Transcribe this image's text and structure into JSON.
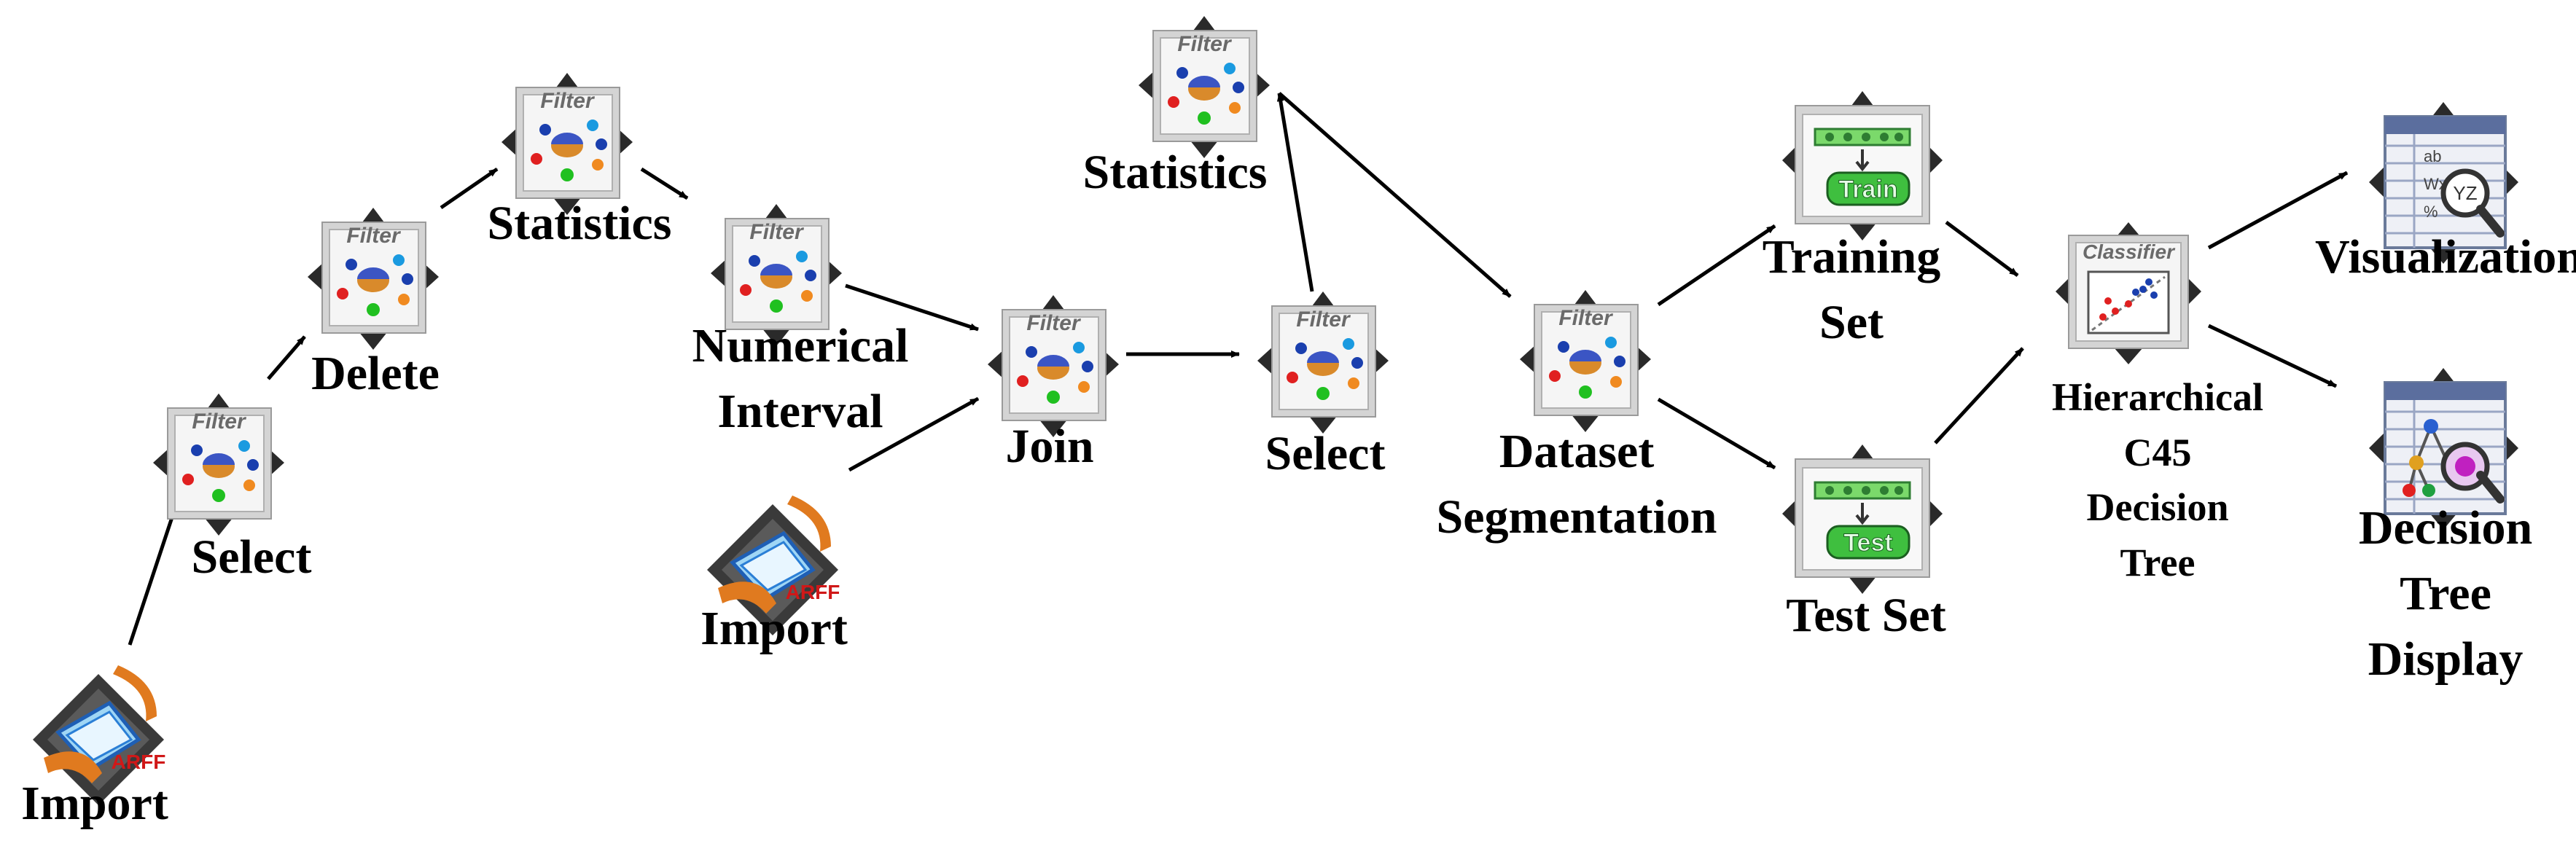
{
  "nodes": [
    {
      "id": "import1",
      "kind": "arff",
      "tag": "ARFF",
      "label": "Import"
    },
    {
      "id": "select1",
      "kind": "filter",
      "tag": "Filter",
      "label": "Select"
    },
    {
      "id": "delete",
      "kind": "filter",
      "tag": "Filter",
      "label": "Delete"
    },
    {
      "id": "statistics1",
      "kind": "filter",
      "tag": "Filter",
      "label": "Statistics"
    },
    {
      "id": "numerical",
      "kind": "filter",
      "tag": "Filter",
      "label": "Numerical\nInterval"
    },
    {
      "id": "import2",
      "kind": "arff",
      "tag": "ARFF",
      "label": "Import"
    },
    {
      "id": "join",
      "kind": "filter",
      "tag": "Filter",
      "label": "Join"
    },
    {
      "id": "statistics2",
      "kind": "filter",
      "tag": "Filter",
      "label": "Statistics"
    },
    {
      "id": "select2",
      "kind": "filter",
      "tag": "Filter",
      "label": "Select"
    },
    {
      "id": "segmentation",
      "kind": "filter",
      "tag": "Filter",
      "label": "Dataset\nSegmentation"
    },
    {
      "id": "training",
      "kind": "train",
      "tag": "Train",
      "label": "Training\nSet"
    },
    {
      "id": "test",
      "kind": "test",
      "tag": "Test",
      "label": "Test Set"
    },
    {
      "id": "classifier",
      "kind": "classifier",
      "tag": "Classifier",
      "label": "Hierarchical\nC45\nDecision\nTree"
    },
    {
      "id": "visualization",
      "kind": "viz",
      "tag": "",
      "label": "Visualization"
    },
    {
      "id": "treedisplay",
      "kind": "treeviz",
      "tag": "",
      "label": "Decision\nTree\nDisplay"
    }
  ],
  "edges": [
    {
      "from": "import1",
      "to": "select1"
    },
    {
      "from": "select1",
      "to": "delete"
    },
    {
      "from": "delete",
      "to": "statistics1"
    },
    {
      "from": "statistics1",
      "to": "numerical"
    },
    {
      "from": "numerical",
      "to": "join"
    },
    {
      "from": "import2",
      "to": "join"
    },
    {
      "from": "join",
      "to": "select2"
    },
    {
      "from": "select2",
      "to": "statistics2"
    },
    {
      "from": "statistics2",
      "to": "segmentation"
    },
    {
      "from": "segmentation",
      "to": "training"
    },
    {
      "from": "segmentation",
      "to": "test"
    },
    {
      "from": "training",
      "to": "classifier"
    },
    {
      "from": "test",
      "to": "classifier"
    },
    {
      "from": "classifier",
      "to": "visualization"
    },
    {
      "from": "classifier",
      "to": "treedisplay"
    }
  ]
}
